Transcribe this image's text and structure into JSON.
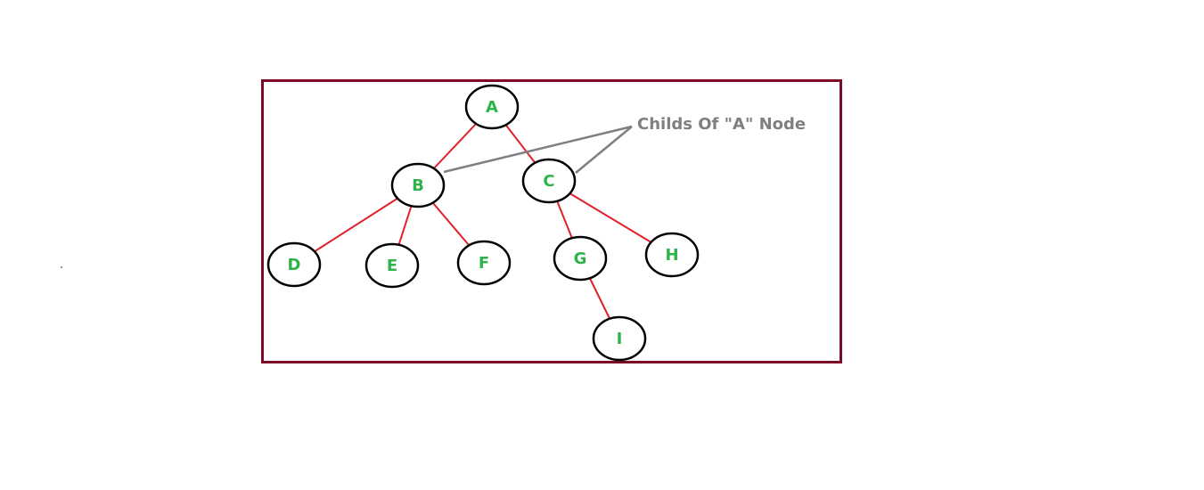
{
  "colors": {
    "frame": "#7b0a24",
    "edge": "#e0202a",
    "node_outline": "#000000",
    "node_label": "#2db34a",
    "annotation": "#7f7f7f"
  },
  "diagram": {
    "nodes": [
      {
        "id": "A",
        "label": "A"
      },
      {
        "id": "B",
        "label": "B"
      },
      {
        "id": "C",
        "label": "C"
      },
      {
        "id": "D",
        "label": "D"
      },
      {
        "id": "E",
        "label": "E"
      },
      {
        "id": "F",
        "label": "F"
      },
      {
        "id": "G",
        "label": "G"
      },
      {
        "id": "H",
        "label": "H"
      },
      {
        "id": "I",
        "label": "I"
      }
    ],
    "edges": [
      {
        "from": "A",
        "to": "B"
      },
      {
        "from": "A",
        "to": "C"
      },
      {
        "from": "B",
        "to": "D"
      },
      {
        "from": "B",
        "to": "E"
      },
      {
        "from": "B",
        "to": "F"
      },
      {
        "from": "C",
        "to": "G"
      },
      {
        "from": "C",
        "to": "H"
      },
      {
        "from": "G",
        "to": "I"
      }
    ],
    "annotation": {
      "text": "Childs Of \"A\" Node",
      "points_to": [
        "B",
        "C"
      ]
    }
  }
}
